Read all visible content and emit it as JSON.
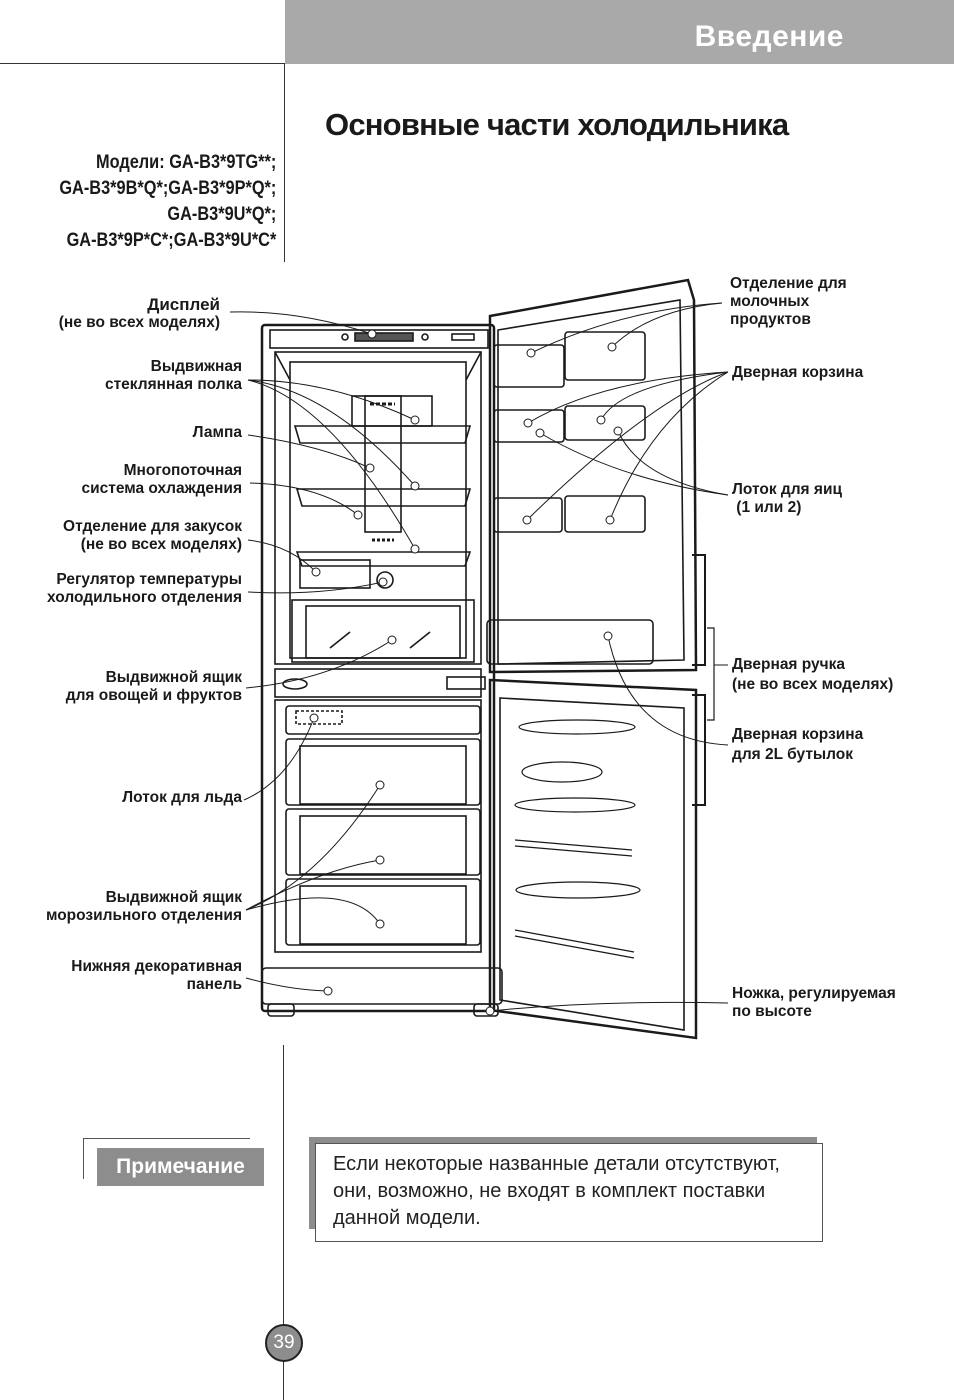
{
  "header": {
    "section_title": "Введение"
  },
  "page_title": "Основные части холодильника",
  "models": [
    "Модели: GA-B3*9TG**;",
    "GA-B3*9B*Q*;GA-B3*9P*Q*;",
    "GA-B3*9U*Q*;",
    "GA-B3*9P*C*;GA-B3*9U*C*"
  ],
  "labels_left": [
    {
      "line1": "Дисплей",
      "line2": "(не во всех моделях)"
    },
    {
      "line1": "Выдвижная",
      "line2": "стеклянная полка"
    },
    {
      "line1": "Лампа",
      "line2": ""
    },
    {
      "line1": "Многопоточная",
      "line2": "система охлаждения"
    },
    {
      "line1": "Отделение для закусок",
      "line2": "(не во всех моделях)"
    },
    {
      "line1": "Регулятор температуры",
      "line2": "холодильного отделения"
    },
    {
      "line1": "Выдвижной ящик",
      "line2": "для овощей и фруктов"
    },
    {
      "line1": "Лоток для льда",
      "line2": ""
    },
    {
      "line1": "Выдвижной ящик",
      "line2": "морозильного отделения"
    },
    {
      "line1": "Нижняя декоративная",
      "line2": "панель"
    }
  ],
  "labels_right": [
    {
      "line1": "Отделение для",
      "line2": "молочных",
      "line3": "продуктов"
    },
    {
      "line1": "Дверная корзина",
      "line2": "",
      "line3": ""
    },
    {
      "line1": "Лоток для яиц",
      "line2": " (1 или 2)",
      "line3": ""
    },
    {
      "line1": "Дверная ручка",
      "line2": "(не во всех моделях)",
      "line3": ""
    },
    {
      "line1": "Дверная корзина",
      "line2": "для 2L бутылок",
      "line3": ""
    },
    {
      "line1": "Ножка, регулируемая",
      "line2": "по высоте",
      "line3": ""
    }
  ],
  "note": {
    "label": "Примечание",
    "text": "Если некоторые названные детали отсутствуют, они, возможно, не входят в комплект поставки данной модели."
  },
  "page_number": "39"
}
